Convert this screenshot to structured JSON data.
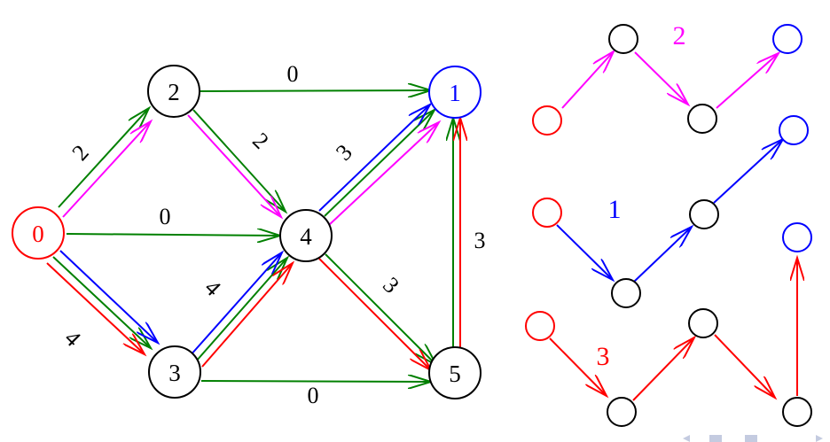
{
  "colors": {
    "black": "#000000",
    "green": "#008000",
    "blue": "#0000ff",
    "red": "#ff0000",
    "magenta": "#ff00ff",
    "nav": "#c4cbe0"
  },
  "graph": {
    "nodes": [
      {
        "id": "0",
        "label": "0",
        "color": "red"
      },
      {
        "id": "1",
        "label": "1",
        "color": "blue"
      },
      {
        "id": "2",
        "label": "2",
        "color": "black"
      },
      {
        "id": "3",
        "label": "3",
        "color": "black"
      },
      {
        "id": "4",
        "label": "4",
        "color": "black"
      },
      {
        "id": "5",
        "label": "5",
        "color": "black"
      }
    ],
    "edges": [
      {
        "from": "0",
        "to": "2",
        "weight": "2"
      },
      {
        "from": "0",
        "to": "4",
        "weight": "0"
      },
      {
        "from": "0",
        "to": "3",
        "weight": "4"
      },
      {
        "from": "2",
        "to": "1",
        "weight": "0"
      },
      {
        "from": "2",
        "to": "4",
        "weight": "2"
      },
      {
        "from": "3",
        "to": "4",
        "weight": "4"
      },
      {
        "from": "3",
        "to": "5",
        "weight": "0"
      },
      {
        "from": "4",
        "to": "1",
        "weight": "3"
      },
      {
        "from": "4",
        "to": "5",
        "weight": "3"
      },
      {
        "from": "5",
        "to": "1",
        "weight": "3"
      }
    ],
    "paths": [
      {
        "color": "magenta",
        "nodes": [
          "0",
          "2",
          "4",
          "1"
        ]
      },
      {
        "color": "blue",
        "nodes": [
          "0",
          "3",
          "4",
          "1"
        ]
      },
      {
        "color": "red",
        "nodes": [
          "0",
          "3",
          "4",
          "5",
          "1"
        ]
      }
    ]
  },
  "path_diagrams": [
    {
      "label": "2",
      "color": "magenta"
    },
    {
      "label": "1",
      "color": "blue"
    },
    {
      "label": "3",
      "color": "red"
    }
  ]
}
